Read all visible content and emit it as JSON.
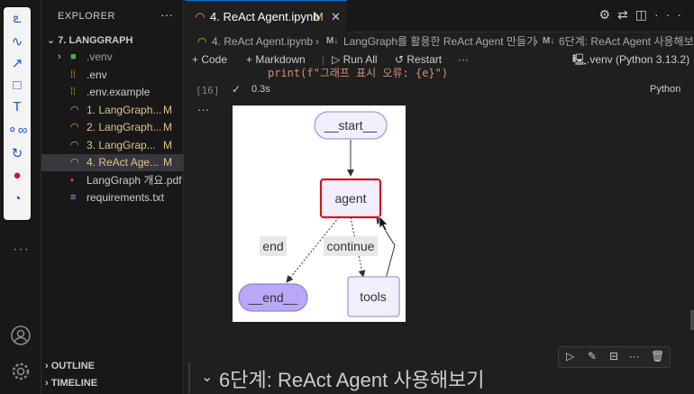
{
  "sidebar": {
    "header": "EXPLORER",
    "more": "···",
    "folder": "7. LANGGRAPH",
    "files": [
      {
        "icon": "folder-icon",
        "glyph": "›",
        "name": ".venv",
        "status": "",
        "color": "#9aa0a6"
      },
      {
        "icon": "settings-file-icon",
        "glyph": "⁞⁞",
        "name": ".env",
        "status": "",
        "color": "#cccccc"
      },
      {
        "icon": "settings-file-icon",
        "glyph": "⁞⁞",
        "name": ".env.example",
        "status": "",
        "color": "#cccccc"
      },
      {
        "icon": "notebook-icon",
        "glyph": "◠",
        "name": "1. LangGraph...",
        "status": "M",
        "color": "#e2c08d"
      },
      {
        "icon": "notebook-icon",
        "glyph": "◠",
        "name": "2. LangGraph...",
        "status": "M",
        "color": "#e2c08d"
      },
      {
        "icon": "notebook-icon",
        "glyph": "◠",
        "name": "3. LangGrap...",
        "status": "M",
        "color": "#e2c08d"
      },
      {
        "icon": "notebook-icon",
        "glyph": "◠",
        "name": "4. ReAct Age...",
        "status": "M",
        "color": "#e2c08d"
      },
      {
        "icon": "pdf-icon",
        "glyph": "▪",
        "name": "LangGraph 개요.pdf",
        "status": "",
        "color": "#cccccc"
      },
      {
        "icon": "text-file-icon",
        "glyph": "≡",
        "name": "requirements.txt",
        "status": "",
        "color": "#cccccc"
      }
    ],
    "outline": "OUTLINE",
    "timeline": "TIMELINE"
  },
  "tab": {
    "name": "4. ReAct Agent.ipynb",
    "status": "M",
    "close": "✕"
  },
  "breadcrumb": {
    "file": "4. ReAct Agent.ipynb",
    "sep": "›",
    "md1_prefix": "M↓",
    "md1": "LangGraph를 활용한 ReAct Agent 만들기",
    "md2_prefix": "M↓",
    "md2": "6단계: ReAct Agent 사용해보기"
  },
  "toolbar": {
    "code": "+ Code",
    "markdown": "+ Markdown",
    "run_all": "▷ Run All",
    "restart": "↺ Restart",
    "more": "···",
    "kernel": ".venv (Python 3.13.2)"
  },
  "cell": {
    "code_fragment": "print(f\"그래프 표시 오류: {e}\")",
    "exec_count": "[16]",
    "check": "✓",
    "time": "0.3s",
    "language": "Python",
    "output_more": "···"
  },
  "graph": {
    "nodes": {
      "start": "__start__",
      "agent": "agent",
      "end": "__end__",
      "tools": "tools"
    },
    "edges": {
      "end_label": "end",
      "continue_label": "continue"
    },
    "colors": {
      "node_fill": "#f2eefd",
      "node_stroke": "#a99ad6",
      "end_fill": "#b9a8f6",
      "highlight": "#d0161e"
    }
  },
  "markdown_heading": "6단계: ReAct Agent 사용해보기",
  "accent": "#0078d4"
}
